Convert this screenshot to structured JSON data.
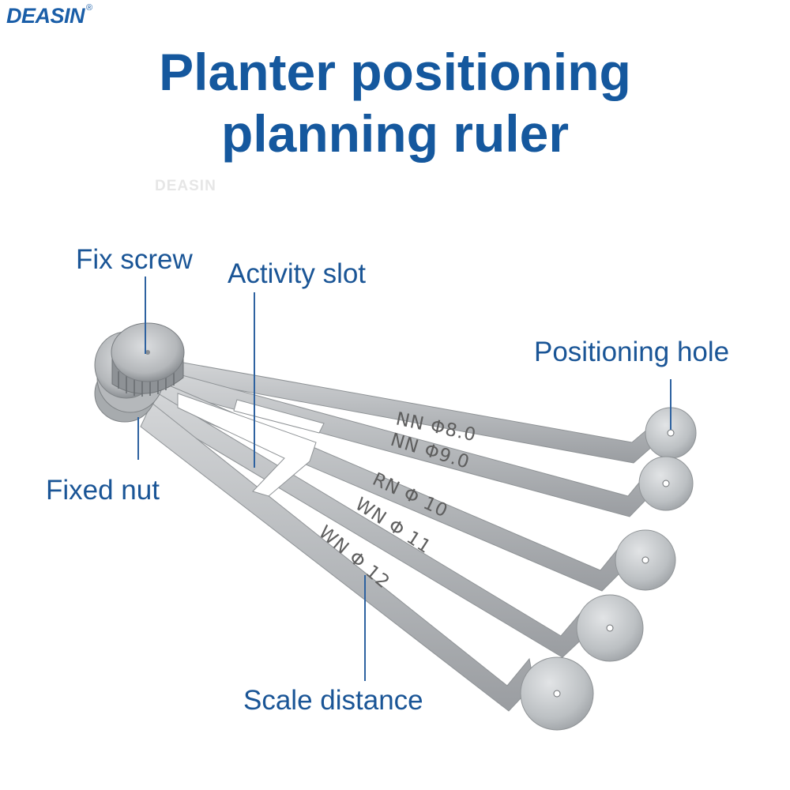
{
  "brand": {
    "name": "DEASIN",
    "mark": "®"
  },
  "title": {
    "line1": "Planter positioning",
    "line2": "planning ruler"
  },
  "watermark": "DEASIN",
  "labels": {
    "fix_screw": "Fix screw",
    "activity_slot": "Activity slot",
    "positioning_hole": "Positioning hole",
    "fixed_nut": "Fixed nut",
    "scale_distance": "Scale distance"
  },
  "engravings": [
    "NN Φ8.0",
    "NN Φ9.0",
    "RN Φ 10",
    "WN Φ 11",
    "WN Φ 12"
  ],
  "colors": {
    "brand": "#1a5ea8",
    "title": "#15589e",
    "label": "#1a5596",
    "leader": "#2e62a0",
    "steel": "#b9bcbf"
  }
}
